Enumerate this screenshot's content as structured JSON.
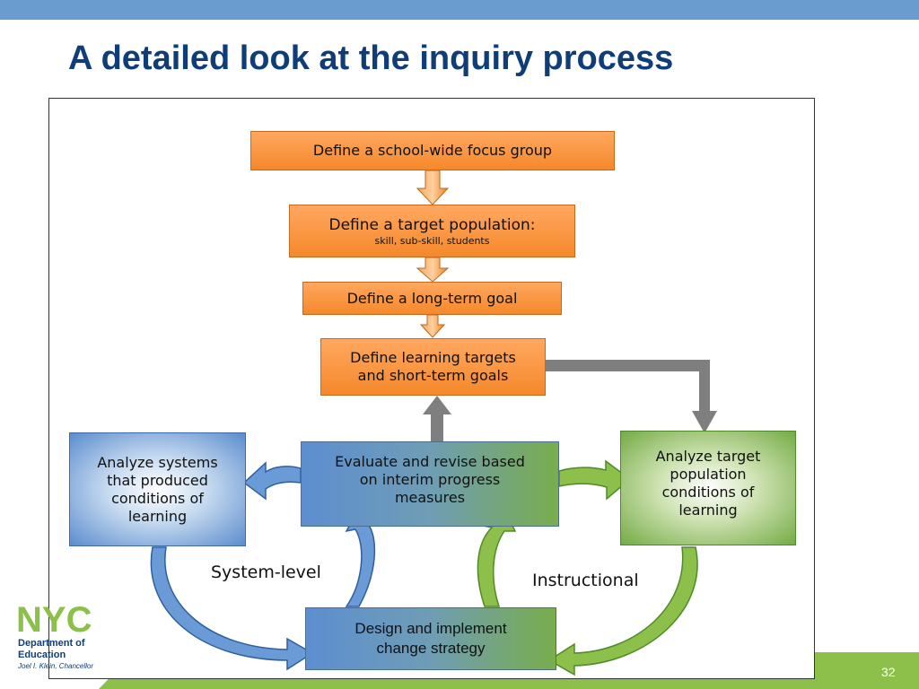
{
  "slide": {
    "title": "A detailed look at the inquiry process",
    "page_number": "32"
  },
  "colors": {
    "accent_blue": "#0e3d78",
    "top_bar": "#6b9ccf",
    "orange": "#f5882b",
    "blue": "#5b8ccd",
    "green": "#74ab46",
    "gray_arrow": "#7f7f7f"
  },
  "diagram": {
    "steps": {
      "focus_group": "Define a school-wide focus group",
      "target_population": "Define a target population:",
      "target_population_sub": "skill, sub-skill, students",
      "long_term_goal": "Define a long-term goal",
      "learning_targets_line1": "Define learning targets",
      "learning_targets_line2": "and short-term goals"
    },
    "cycle": {
      "analyze_systems": [
        "Analyze systems",
        "that produced",
        "conditions of",
        "learning"
      ],
      "evaluate": [
        "Evaluate and revise based",
        "on interim progress",
        "measures"
      ],
      "analyze_target": [
        "Analyze target",
        "population",
        "conditions of",
        "learning"
      ],
      "design": [
        "Design and implement",
        "change strategy"
      ]
    },
    "labels": {
      "system_level": "System-level",
      "instructional": "Instructional"
    }
  },
  "logo": {
    "mark": "NYC",
    "line1": "Department of",
    "line2": "Education",
    "line3": "Joel I. Klein, Chancellor"
  }
}
